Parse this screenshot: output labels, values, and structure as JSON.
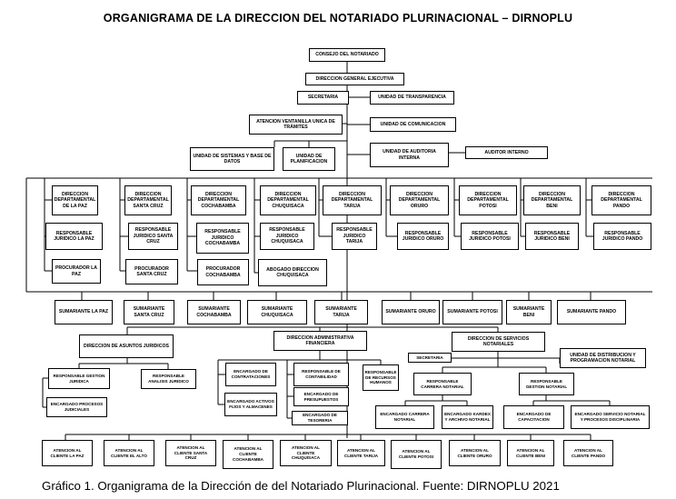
{
  "title": "ORGANIGRAMA DE LA DIRECCION DEL NOTARIADO PLURINACIONAL – DIRNOPLU",
  "caption": "Gráfico 1. Organigrama de la Dirección de del Notariado Plurinacional. Fuente: DIRNOPLU 2021",
  "boxes": [
    {
      "id": "consejo",
      "label": "CONSEJO DEL NOTARIADO"
    },
    {
      "id": "direccion_general",
      "label": "DIRECCION GENERAL EJECUTIVA"
    },
    {
      "id": "secretaria",
      "label": "SECRETARIA"
    },
    {
      "id": "transparencia",
      "label": "UNIDAD DE TRANSPARENCIA"
    },
    {
      "id": "ventanilla",
      "label": "ATENCION VENTANILLA UNICA DE TRÁMITES"
    },
    {
      "id": "comunicacion",
      "label": "UNIDAD DE COMUNICACION"
    },
    {
      "id": "sistemas",
      "label": "UNIDAD DE SISTEMAS Y BASE DE DATOS"
    },
    {
      "id": "planificacion",
      "label": "UNIDAD DE PLANIFICACION"
    },
    {
      "id": "auditoria",
      "label": "UNIDAD DE AUDITORIA INTERNA"
    },
    {
      "id": "auditor",
      "label": "AUDITOR INTERNO"
    },
    {
      "id": "dd_lapaz",
      "label": "DIRECCION DEPARTAMENTAL DE LA PAZ"
    },
    {
      "id": "dd_santacruz",
      "label": "DIRECCION DEPARTAMENTAL SANTA CRUZ"
    },
    {
      "id": "dd_cochabamba",
      "label": "DIRECCION DEPARTAMENTAL COCHABAMBA"
    },
    {
      "id": "dd_chuquisaca",
      "label": "DIRECCION DEPARTAMENTAL CHUQUISACA"
    },
    {
      "id": "dd_tarija",
      "label": "DIRECCION DEPARTAMENTAL TARIJA"
    },
    {
      "id": "dd_oruro",
      "label": "DIRECCION DEPARTAMENTAL ORURO"
    },
    {
      "id": "dd_potosi",
      "label": "DIRECCION DEPARTAMENTAL POTOSI"
    },
    {
      "id": "dd_beni",
      "label": "DIRECCION DEPARTAMENTAL BENI"
    },
    {
      "id": "dd_pando",
      "label": "DIRECCION DEPARTAMENTAL PANDO"
    },
    {
      "id": "rj_lapaz",
      "label": "RESPONSABLE JURIDICO LA PAZ"
    },
    {
      "id": "rj_santacruz",
      "label": "RESPONSABLE JURIDICO SANTA CRUZ"
    },
    {
      "id": "rj_cochabamba",
      "label": "RESPONSABLE JURIDICO COCHABAMBA"
    },
    {
      "id": "rj_chuquisaca",
      "label": "RESPONSABLE JURIDICO CHUQUISACA"
    },
    {
      "id": "rj_tarija",
      "label": "RESPONSABLE JURIDICO TARIJA"
    },
    {
      "id": "rj_oruro",
      "label": "RESPONSABLE JURIDICO ORURO"
    },
    {
      "id": "rj_potosi",
      "label": "RESPONSABLE JURIDICO POTOSI"
    },
    {
      "id": "rj_beni",
      "label": "RESPONSABLE JURIDICO BENI"
    },
    {
      "id": "rj_pando",
      "label": "RESPONSABLE JURIDICO PANDO"
    },
    {
      "id": "proc_lapaz",
      "label": "PROCURADOR LA PAZ"
    },
    {
      "id": "proc_santacruz",
      "label": "PROCURADOR SANTA CRUZ"
    },
    {
      "id": "proc_cochabamba",
      "label": "PROCURADOR COCHABAMBA"
    },
    {
      "id": "abog_chuquisaca",
      "label": "ABOGADO DIRECCION CHUQUISACA"
    },
    {
      "id": "sum_lapaz",
      "label": "SUMARIANTE LA PAZ"
    },
    {
      "id": "sum_santacruz",
      "label": "SUMARIANTE SANTA CRUZ"
    },
    {
      "id": "sum_cochabamba",
      "label": "SUMARIANTE COCHABAMBA"
    },
    {
      "id": "sum_chuquisaca",
      "label": "SUMARIANTE CHUQUISACA"
    },
    {
      "id": "sum_tarija",
      "label": "SUMARIANTE TARIJA"
    },
    {
      "id": "sum_oruro",
      "label": "SUMARIANTE ORURO"
    },
    {
      "id": "sum_potosi",
      "label": "SUMARIANTE POTOSI"
    },
    {
      "id": "sum_beni",
      "label": "SUMARIANTE BENI"
    },
    {
      "id": "sum_pando",
      "label": "SUMARIANTE PANDO"
    },
    {
      "id": "asuntos_juridicos",
      "label": "DIRECCION DE ASUNTOS JURIDICOS"
    },
    {
      "id": "gestion_juridica",
      "label": "RESPONSABLE GESTION JURIDICA"
    },
    {
      "id": "analisis_juridico",
      "label": "RESPONSABLE ANALISIS JURIDICO"
    },
    {
      "id": "procesos_judiciales",
      "label": "ENCARGADO PROCESOS JUDICIALES"
    },
    {
      "id": "administrativa",
      "label": "DIRECCION ADMINISTRATIVA FINANCIERA"
    },
    {
      "id": "contrataciones",
      "label": "ENCARGADO DE CONTRATACIONES"
    },
    {
      "id": "activos",
      "label": "ENCARGADO ACTIVOS FIJOS Y ALMACENES"
    },
    {
      "id": "contabilidad",
      "label": "RESPONSABLE DE CONTABILIDAD"
    },
    {
      "id": "presupuestos",
      "label": "ENCARGADO DE PRESUPUESTOS"
    },
    {
      "id": "tesoreria",
      "label": "ENCARGADO DE TESORERIA"
    },
    {
      "id": "recursos_humanos",
      "label": "RESPONSABLE DE RECURSOS HUMANOS"
    },
    {
      "id": "servicios_notariales",
      "label": "DIRECCION DE SERVICIOS NOTARIALES"
    },
    {
      "id": "secretaria2",
      "label": "SECRETARIA"
    },
    {
      "id": "distribucion",
      "label": "UNIDAD DE DISTRIBUCION Y PROGRAMACION NOTARIAL"
    },
    {
      "id": "carrera_notarial",
      "label": "RESPONSABLE CARRERA NOTARIAL"
    },
    {
      "id": "gestion_notarial",
      "label": "RESPONSABLE GESTION NOTARIAL"
    },
    {
      "id": "enc_carrera",
      "label": "ENCARGADO CARRERA NOTARIAL"
    },
    {
      "id": "enc_kardex",
      "label": "ENCARGADO KARDEX Y ARCHIVO NOTARIAL"
    },
    {
      "id": "enc_capacitacion",
      "label": "ENCARGADO DE CAPACITACION"
    },
    {
      "id": "enc_servicio",
      "label": "ENCARGADO SERVICIO NOTARIAL Y PROCESOS DISCIPLINARIA"
    },
    {
      "id": "at_lapaz",
      "label": "ATENCION AL CLIENTE LA PAZ"
    },
    {
      "id": "at_alto",
      "label": "ATENCION AL CLIENTE EL ALTO"
    },
    {
      "id": "at_santacruz",
      "label": "ATENCION AL CLIENTE SANTA CRUZ"
    },
    {
      "id": "at_cochabamba",
      "label": "ATENCION AL CLIENTE COCHABAMBA"
    },
    {
      "id": "at_chuquisaca",
      "label": "ATENCION AL CLIENTE CHUQUISACA"
    },
    {
      "id": "at_tarija",
      "label": "ATENCION AL CLIENTE TARIJA"
    },
    {
      "id": "at_potosi",
      "label": "ATENCION AL CLIENTE POTOSI"
    },
    {
      "id": "at_oruro",
      "label": "ATENCION AL CLIENTE ORURO"
    },
    {
      "id": "at_beni",
      "label": "ATENCION AL CLIENTE BENI"
    },
    {
      "id": "at_pando",
      "label": "ATENCION AL CLIENTE PANDO"
    }
  ]
}
